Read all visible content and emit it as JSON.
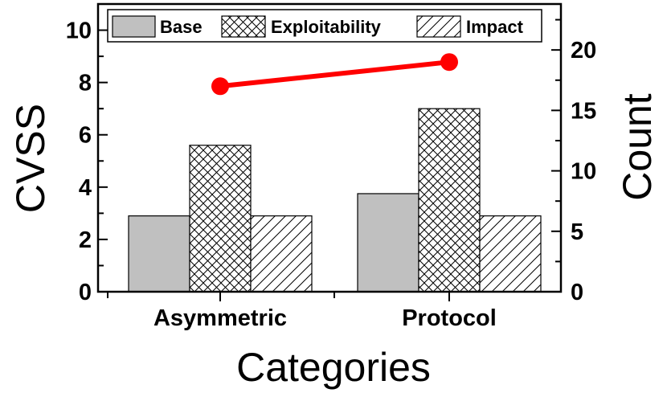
{
  "chart_data": {
    "type": "bar",
    "categories": [
      "Asymmetric",
      "Protocol"
    ],
    "xlabel": "Categories",
    "ylabel": "CVSS",
    "y2label": "Count",
    "ylim": [
      0,
      11
    ],
    "y2lim": [
      0,
      23.8
    ],
    "yticks": [
      0,
      2,
      4,
      6,
      8,
      10
    ],
    "y2ticks": [
      0,
      5,
      10,
      15,
      20
    ],
    "grid": false,
    "legend_position": "top",
    "series": [
      {
        "name": "Base",
        "type": "bar",
        "axis": "left",
        "pattern": "solid-gray",
        "values": [
          2.9,
          3.75
        ]
      },
      {
        "name": "Exploitability",
        "type": "bar",
        "axis": "left",
        "pattern": "crosshatch",
        "values": [
          5.6,
          7.0
        ]
      },
      {
        "name": "Impact",
        "type": "bar",
        "axis": "left",
        "pattern": "diagonal",
        "values": [
          2.9,
          2.9
        ]
      },
      {
        "type": "line",
        "axis": "right",
        "color": "#ff0000",
        "values": [
          17,
          19
        ]
      }
    ]
  },
  "colors": {
    "base_fill": "#c0c0c0",
    "line": "#ff0000",
    "axis": "#000000"
  }
}
